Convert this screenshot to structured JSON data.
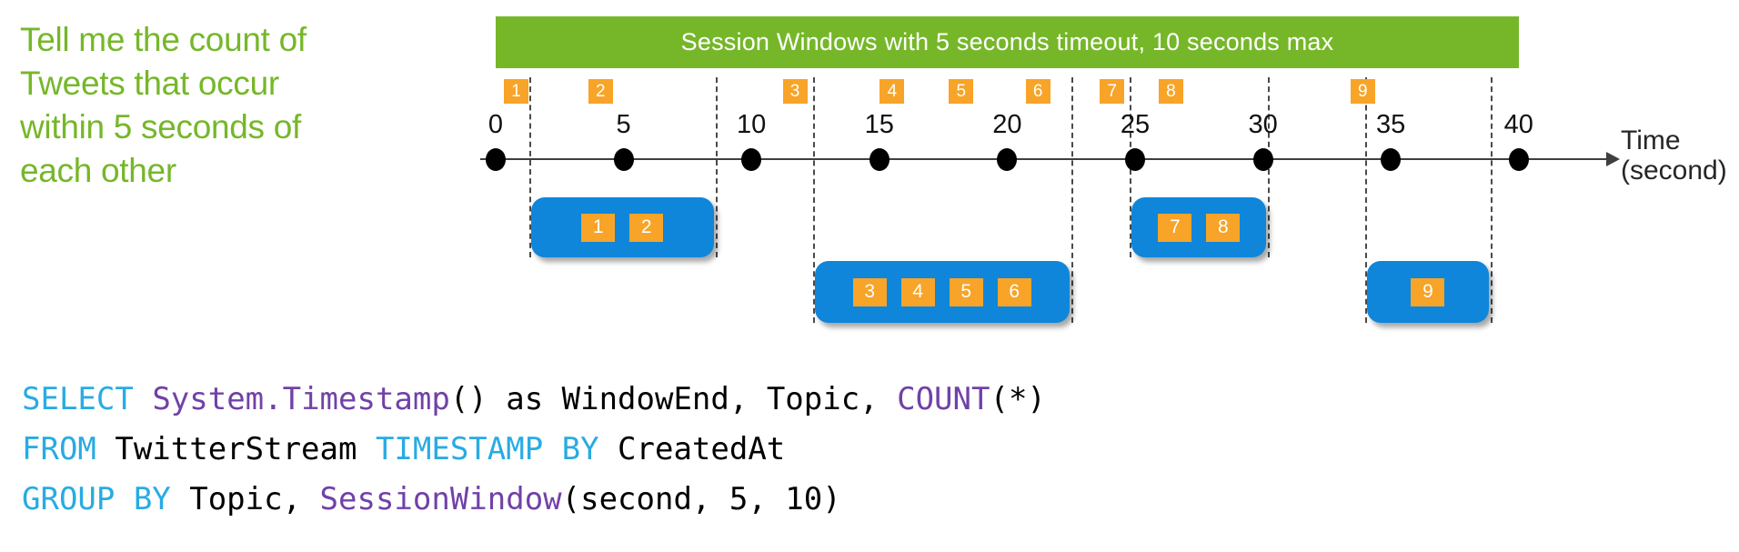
{
  "question": {
    "text": "Tell me the count of\nTweets that occur\nwithin 5 seconds of\neach other"
  },
  "banner": {
    "label": "Session Windows with 5 seconds timeout, 10 seconds max"
  },
  "timeline": {
    "axis_label": "Time\n(second)",
    "ticks": [
      "0",
      "5",
      "10",
      "15",
      "20",
      "25",
      "30",
      "35",
      "40"
    ],
    "seconds_per_tick": 5
  },
  "events": [
    {
      "id": "1",
      "t": 0.8
    },
    {
      "id": "2",
      "t": 4.1
    },
    {
      "id": "3",
      "t": 11.7
    },
    {
      "id": "4",
      "t": 15.5
    },
    {
      "id": "5",
      "t": 18.2
    },
    {
      "id": "6",
      "t": 21.2
    },
    {
      "id": "7",
      "t": 24.1
    },
    {
      "id": "8",
      "t": 26.4
    },
    {
      "id": "9",
      "t": 33.9
    }
  ],
  "session_windows": [
    {
      "events": [
        "1",
        "2"
      ],
      "t_start": 1.3,
      "t_end": 8.6,
      "row": 1
    },
    {
      "events": [
        "3",
        "4",
        "5",
        "6"
      ],
      "t_start": 12.4,
      "t_end": 22.5,
      "row": 2
    },
    {
      "events": [
        "7",
        "8"
      ],
      "t_start": 24.8,
      "t_end": 30.2,
      "row": 1
    },
    {
      "events": [
        "9"
      ],
      "t_start": 34.0,
      "t_end": 38.9,
      "row": 2
    }
  ],
  "colors": {
    "green": "#76B729",
    "orange": "#F7A428",
    "window_blue": "#0F86DA",
    "code_keyword": "#29ABE2",
    "code_function": "#7141A8",
    "code_plain": "#000000"
  },
  "code": {
    "lines": [
      [
        {
          "text": "SELECT",
          "type": "keyword"
        },
        {
          "text": " ",
          "type": "plain"
        },
        {
          "text": "System.Timestamp",
          "type": "function"
        },
        {
          "text": "() as WindowEnd, Topic, ",
          "type": "plain"
        },
        {
          "text": "COUNT",
          "type": "function"
        },
        {
          "text": "(*)",
          "type": "plain"
        }
      ],
      [
        {
          "text": "FROM",
          "type": "keyword"
        },
        {
          "text": " TwitterStream ",
          "type": "plain"
        },
        {
          "text": "TIMESTAMP BY",
          "type": "keyword"
        },
        {
          "text": " CreatedAt",
          "type": "plain"
        }
      ],
      [
        {
          "text": "GROUP BY",
          "type": "keyword"
        },
        {
          "text": " Topic, ",
          "type": "plain"
        },
        {
          "text": "SessionWindow",
          "type": "function"
        },
        {
          "text": "(second, 5, 10)",
          "type": "plain"
        }
      ]
    ]
  }
}
